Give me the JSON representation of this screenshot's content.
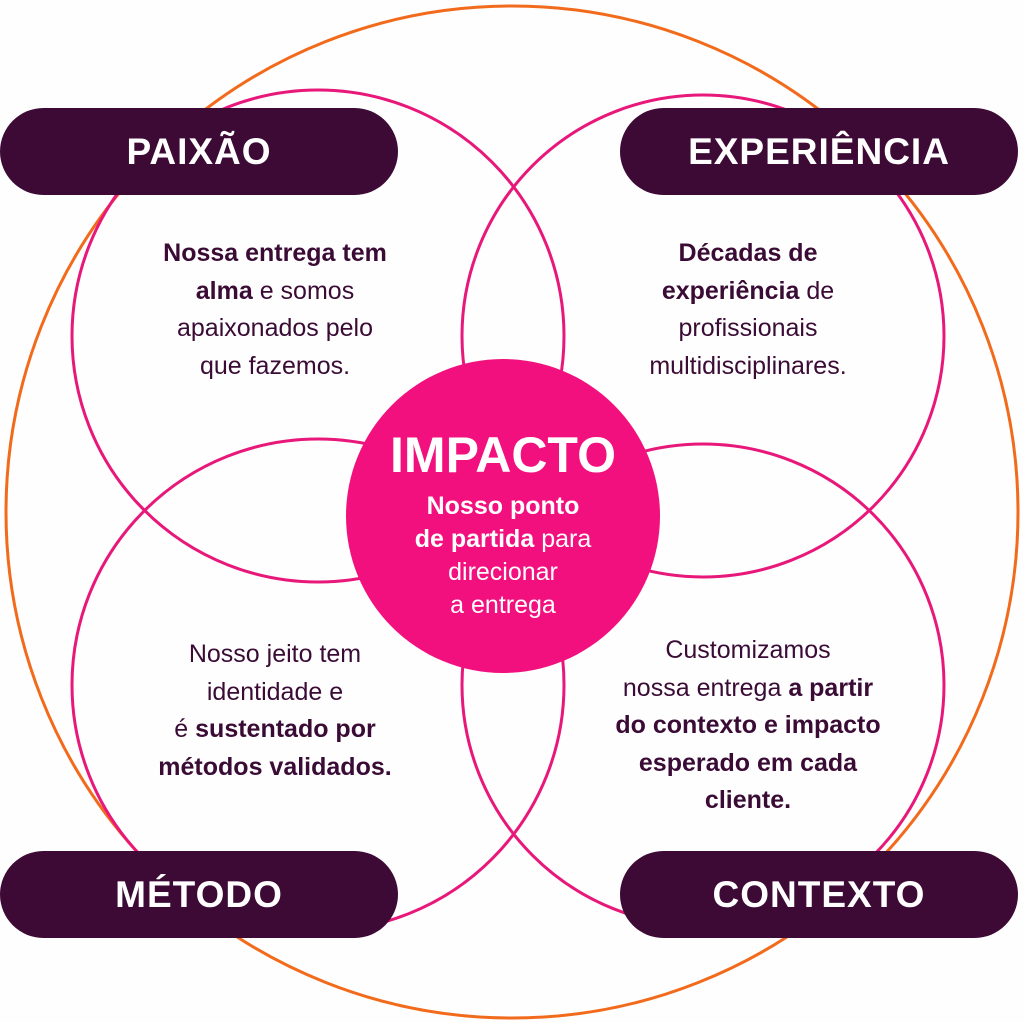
{
  "colors": {
    "outer_ring": "#f26a1b",
    "petal_ring": "#e8187a",
    "center_fill": "#f2107e",
    "pill": "#3d0a36",
    "text": "#3a0b35"
  },
  "paixao": {
    "label": "PAIXÃO",
    "l0b": "Nossa entrega tem",
    "l1b": "alma",
    "l1n": " e somos",
    "l2n": "apaixonados pelo",
    "l3n": "que fazemos."
  },
  "experiencia": {
    "label": "EXPERIÊNCIA",
    "l0b": "Décadas de",
    "l1b": "experiência",
    "l1n": " de",
    "l2n": "profissionais",
    "l3n": "multidisciplinares."
  },
  "metodo": {
    "label": "MÉTODO",
    "l0n": "Nosso jeito tem",
    "l1n": "identidade e",
    "l2n": "é ",
    "l2b": "sustentado por",
    "l3b": "métodos validados."
  },
  "contexto": {
    "label": "CONTEXTO",
    "l0n": "Customizamos",
    "l1n": "nossa entrega ",
    "l1b": "a partir",
    "l2b": "do contexto e impacto",
    "l3b": "esperado em cada",
    "l4b": "cliente."
  },
  "impacto": {
    "title": "IMPACTO",
    "l0b": "Nosso ponto",
    "l1b": "de partida",
    "l1n": " para",
    "l2n": "direcionar",
    "l3n": "a entrega"
  }
}
